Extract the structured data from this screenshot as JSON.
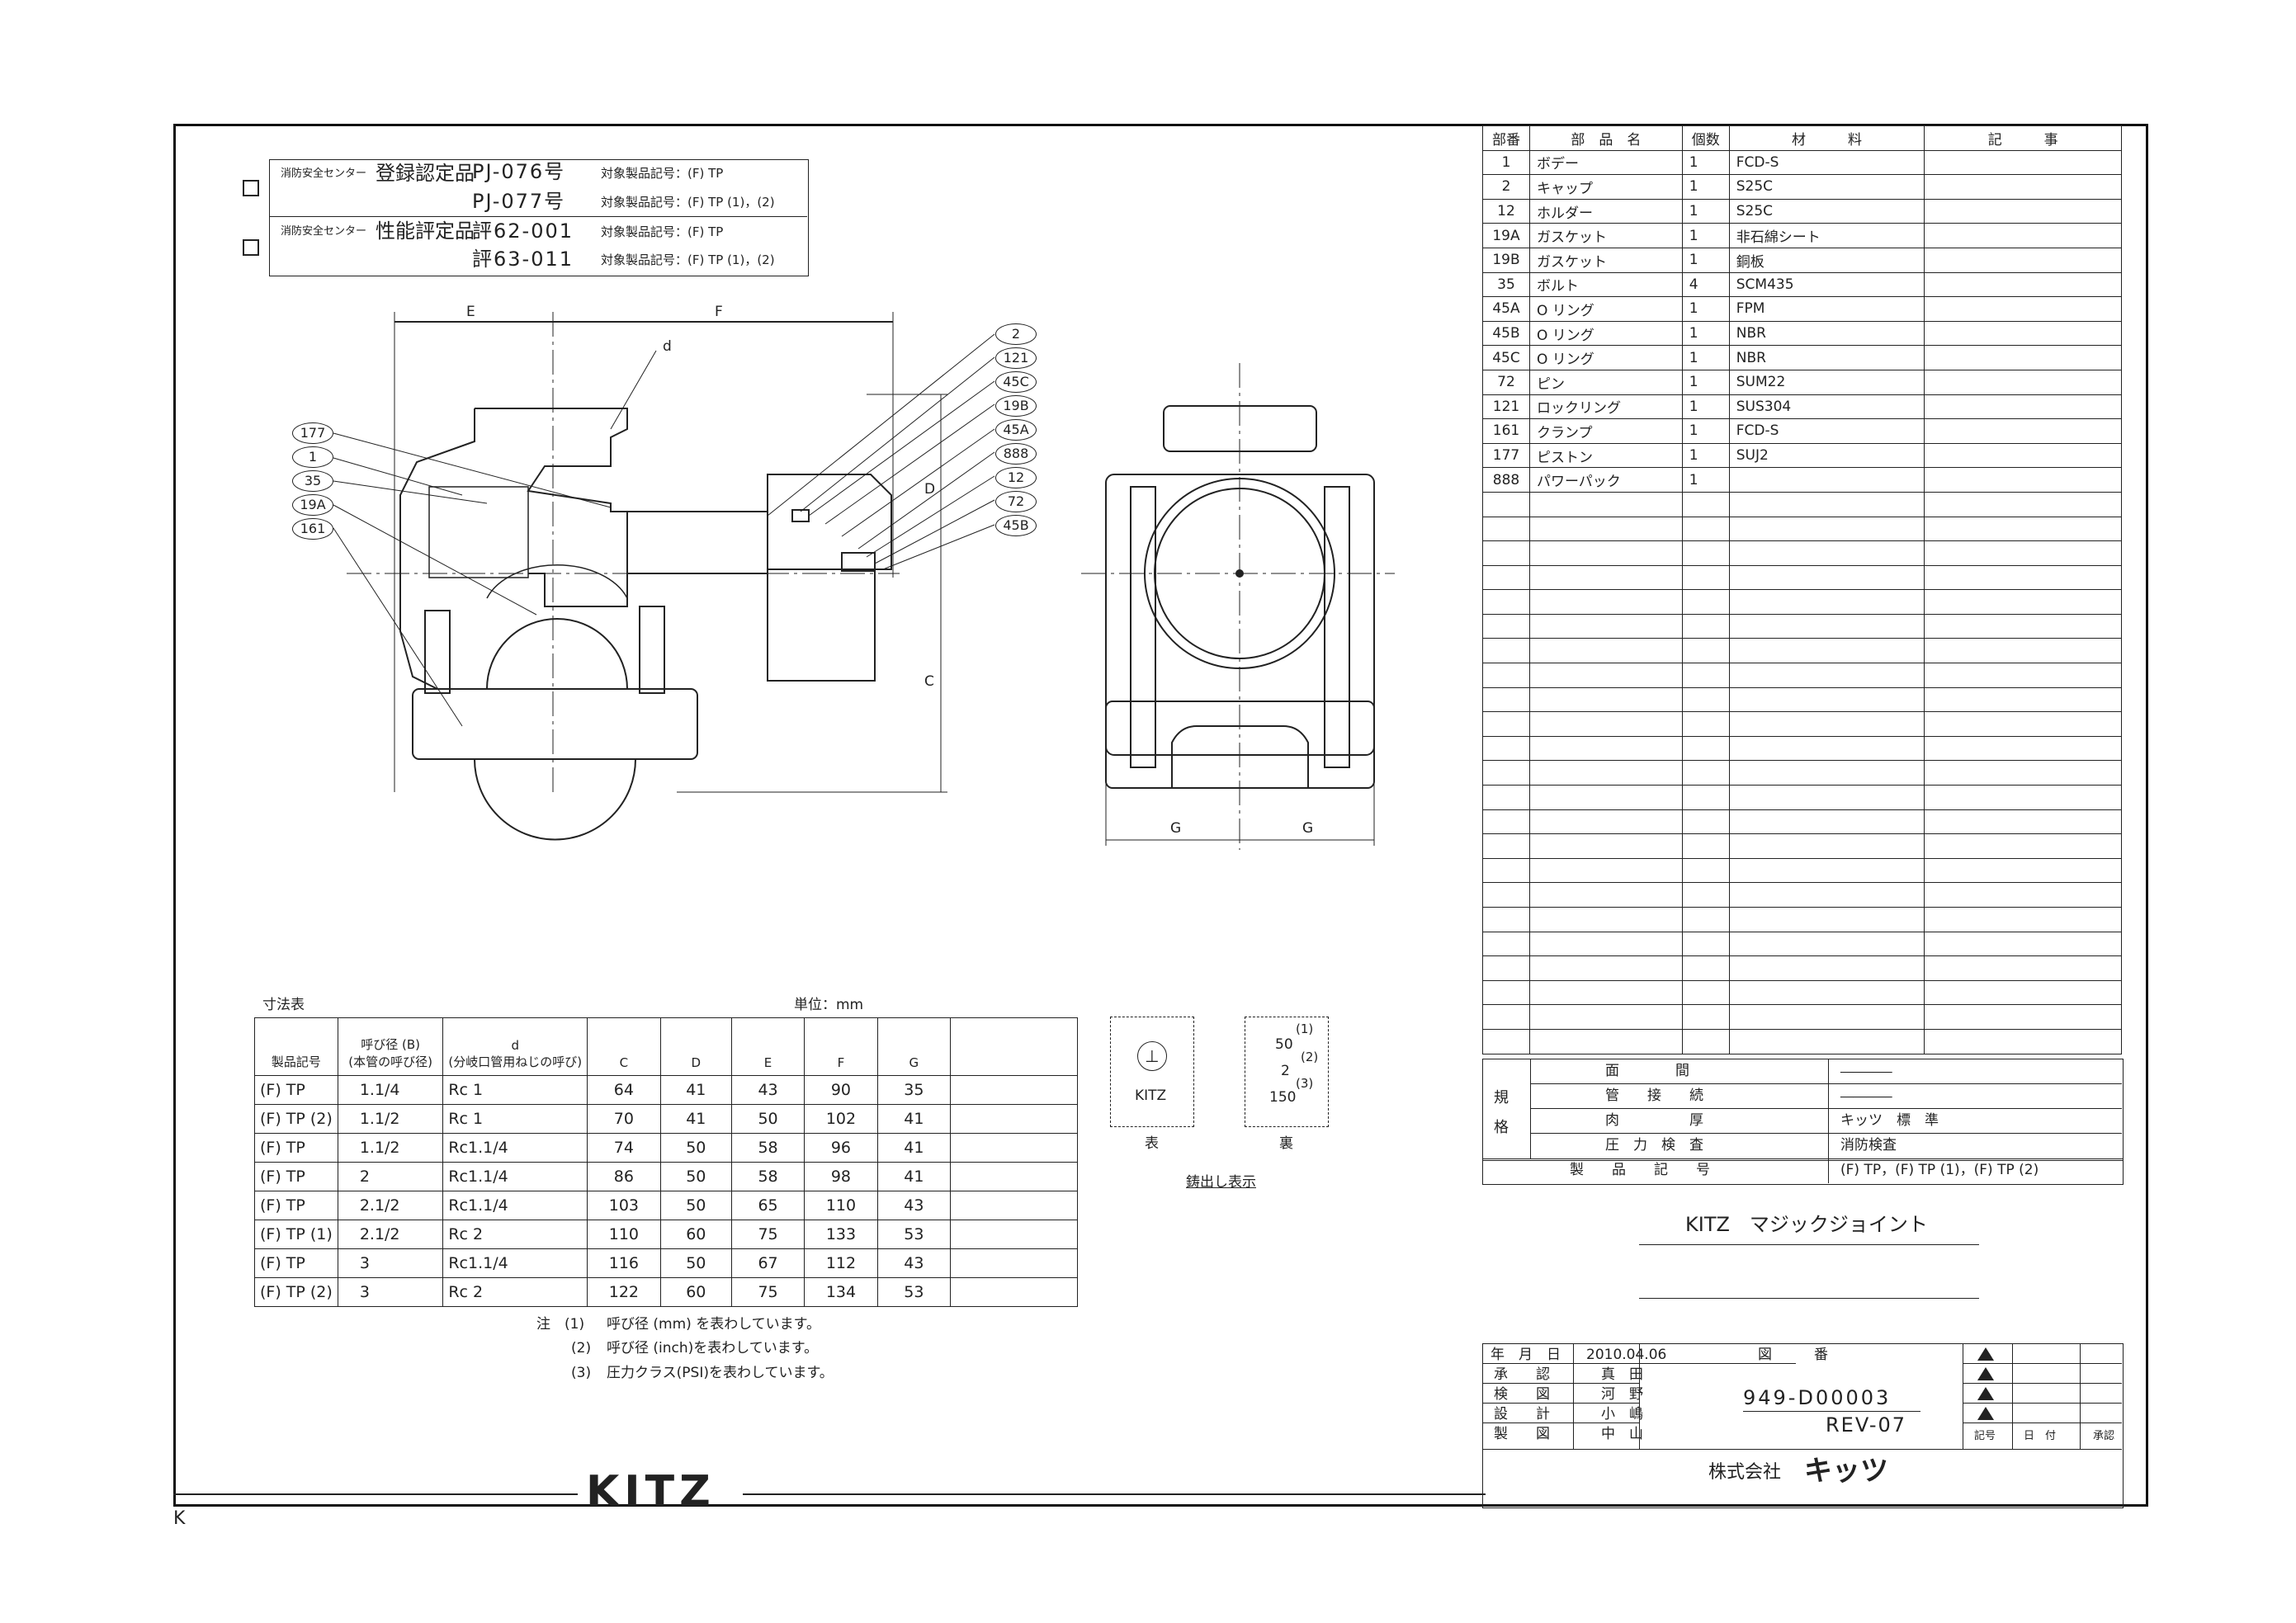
{
  "cert": {
    "rows": [
      {
        "org": "消防安全センター",
        "kind": "登録認定品",
        "code": "PJ-076号",
        "target": "対象製品記号：(F) TP"
      },
      {
        "org": "",
        "kind": "",
        "code": "PJ-077号",
        "target": "対象製品記号：(F) TP (1)，(2)"
      },
      {
        "org": "消防安全センター",
        "kind": "性能評定品",
        "code": "評62-001",
        "target": "対象製品記号：(F) TP"
      },
      {
        "org": "",
        "kind": "",
        "code": "評63-011",
        "target": "対象製品記号：(F) TP (1)，(2)"
      }
    ]
  },
  "drawing": {
    "dim_labels": {
      "E": "E",
      "F": "F",
      "d": "d",
      "D": "D",
      "C": "C",
      "G1": "G",
      "G2": "G"
    },
    "balloons_left": [
      "177",
      "1",
      "35",
      "19A",
      "161"
    ],
    "balloons_right": [
      "2",
      "121",
      "45C",
      "19B",
      "45A",
      "888",
      "12",
      "72",
      "45B"
    ]
  },
  "parts": {
    "headers": [
      "部番",
      "部　品　名",
      "個数",
      "材　　　料",
      "記　　　事"
    ],
    "rows": [
      [
        "1",
        "ボデー",
        "1",
        "FCD-S",
        ""
      ],
      [
        "2",
        "キャップ",
        "1",
        "S25C",
        ""
      ],
      [
        "12",
        "ホルダー",
        "1",
        "S25C",
        ""
      ],
      [
        "19A",
        "ガスケット",
        "1",
        "非石綿シート",
        ""
      ],
      [
        "19B",
        "ガスケット",
        "1",
        "銅板",
        ""
      ],
      [
        "35",
        "ボルト",
        "4",
        "SCM435",
        ""
      ],
      [
        "45A",
        "O リング",
        "1",
        "FPM",
        ""
      ],
      [
        "45B",
        "O リング",
        "1",
        "NBR",
        ""
      ],
      [
        "45C",
        "O リング",
        "1",
        "NBR",
        ""
      ],
      [
        "72",
        "ピン",
        "1",
        "SUM22",
        ""
      ],
      [
        "121",
        "ロックリング",
        "1",
        "SUS304",
        ""
      ],
      [
        "161",
        "クランプ",
        "1",
        "FCD-S",
        ""
      ],
      [
        "177",
        "ピストン",
        "1",
        "SUJ2",
        ""
      ],
      [
        "888",
        "パワーパック",
        "1",
        "",
        ""
      ]
    ],
    "blank_rows": 23
  },
  "spec": {
    "label": "規格",
    "rows": [
      {
        "item": "面　　　　間",
        "value": "────────"
      },
      {
        "item": "管　　接　　続",
        "value": "────────"
      },
      {
        "item": "肉　　　　　厚",
        "value": "キッツ　標　準"
      },
      {
        "item": "圧　力　検　査",
        "value": "消防検査"
      }
    ],
    "product_code_label": "製　　品　　記　　号",
    "product_code_value": "(F) TP，(F) TP (1)，(F) TP (2)"
  },
  "title": {
    "name": "KITZ　マジックジョイント"
  },
  "titleblock": {
    "date_label": "年　月　日",
    "date": "2010.04.06",
    "rows": [
      {
        "role": "承　　認",
        "name": "真　田"
      },
      {
        "role": "検　　図",
        "name": "河　野"
      },
      {
        "role": "設　　計",
        "name": "小　嶋"
      },
      {
        "role": "製　　図",
        "name": "中　山"
      }
    ],
    "drawing_no_label": "図　　　番",
    "drawing_no": "949-D00003",
    "rev": "REV-07",
    "rev_headers": [
      "記号",
      "日　付",
      "承認"
    ],
    "company": "株式会社",
    "company_name": "キッツ"
  },
  "dim_table": {
    "caption": "寸法表",
    "unit": "単位：mm",
    "headers": [
      "製品記号",
      "呼び径 (B)\n(本管の呼び径)",
      "d\n(分岐口管用ねじの呼び)",
      "C",
      "D",
      "E",
      "F",
      "G"
    ],
    "header_l1": [
      "製品記号",
      "呼び径 (B)",
      "d",
      "C",
      "D",
      "E",
      "F",
      "G"
    ],
    "header_l2": [
      "",
      "(本管の呼び径)",
      "(分岐口管用ねじの呼び)",
      "",
      "",
      "",
      "",
      ""
    ],
    "rows": [
      [
        "(F) TP",
        "1.1/4",
        "Rc 1",
        "64",
        "41",
        "43",
        "90",
        "35"
      ],
      [
        "(F) TP (2)",
        "1.1/2",
        "Rc 1",
        "70",
        "41",
        "50",
        "102",
        "41"
      ],
      [
        "(F) TP",
        "1.1/2",
        "Rc1.1/4",
        "74",
        "50",
        "58",
        "96",
        "41"
      ],
      [
        "(F) TP",
        "2",
        "Rc1.1/4",
        "86",
        "50",
        "58",
        "98",
        "41"
      ],
      [
        "(F) TP",
        "2.1/2",
        "Rc1.1/4",
        "103",
        "50",
        "65",
        "110",
        "43"
      ],
      [
        "(F) TP (1)",
        "2.1/2",
        "Rc 2",
        "110",
        "60",
        "75",
        "133",
        "53"
      ],
      [
        "(F) TP",
        "3",
        "Rc1.1/4",
        "116",
        "50",
        "67",
        "112",
        "43"
      ],
      [
        "(F) TP (2)",
        "3",
        "Rc 2",
        "122",
        "60",
        "75",
        "134",
        "53"
      ]
    ],
    "notes": [
      {
        "label": "注　(1)",
        "text": "呼び径 (mm) を表わしています。"
      },
      {
        "label": "(2)",
        "text": "呼び径 (inch)を表わしています。"
      },
      {
        "label": "(3)",
        "text": "圧力クラス(PSI)を表わしています。"
      }
    ]
  },
  "casting": {
    "front_label": "KITZ",
    "front_caption": "表",
    "back_values": [
      "50",
      "2",
      "150"
    ],
    "back_notes": [
      "(1)",
      "(2)",
      "(3)"
    ],
    "back_caption": "裏",
    "title": "鋳出し表示"
  },
  "footer": {
    "logo": "KITZ",
    "corner_mark": "K"
  }
}
